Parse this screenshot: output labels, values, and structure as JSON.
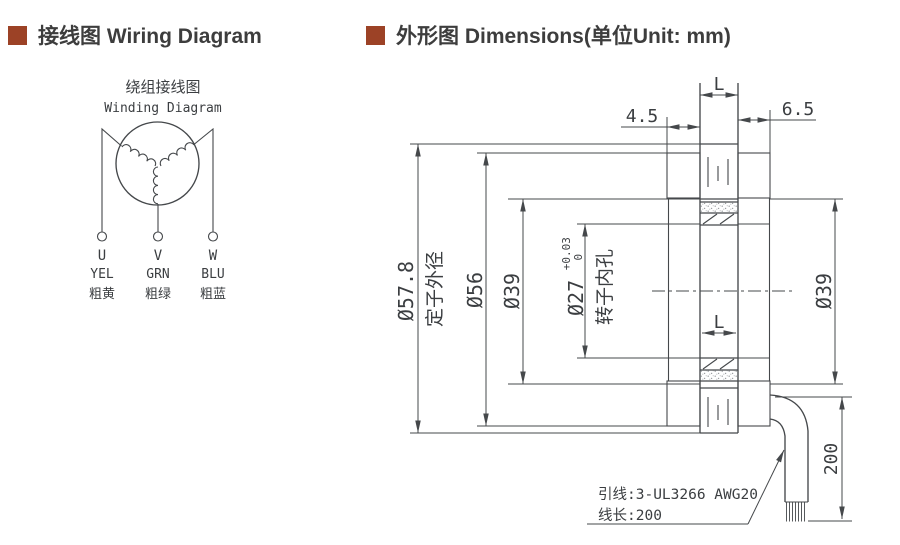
{
  "accent_color": "#9c4226",
  "line_color": "#45484b",
  "headers": {
    "left": "接线图 Wiring Diagram",
    "right": "外形图 Dimensions(单位Unit: mm)"
  },
  "wiring": {
    "title_cn": "绕组接线图",
    "title_en": "Winding Diagram",
    "terminals": [
      {
        "phase": "U",
        "color_code": "YEL",
        "color_cn": "粗黄"
      },
      {
        "phase": "V",
        "color_code": "GRN",
        "color_cn": "粗绿"
      },
      {
        "phase": "W",
        "color_code": "BLU",
        "color_cn": "粗蓝"
      }
    ]
  },
  "dimensions": {
    "unit": "mm",
    "stack_length_top": "L",
    "left_offset": "4.5",
    "right_offset": "6.5",
    "stator_od": "Ø57.8",
    "stator_od_label": "定子外径",
    "outer_dia_56": "Ø56",
    "magnet_od_left": "Ø39",
    "rotor_bore": "Ø27",
    "rotor_bore_tol_upper": "+0.03",
    "rotor_bore_tol_lower": "0",
    "rotor_bore_label": "转子内孔",
    "rotor_length": "L",
    "magnet_od_right": "Ø39",
    "lead_length": "200",
    "lead_note_line1": "引线:3-UL3266 AWG20",
    "lead_note_line2": "线长:200"
  }
}
